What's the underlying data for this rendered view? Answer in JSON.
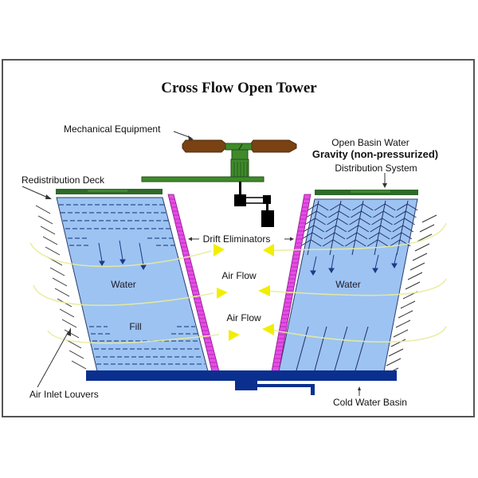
{
  "title": "Cross Flow Open Tower",
  "labels": {
    "mechanical_equipment": "Mechanical Equipment",
    "redistribution_deck": "Redistribution Deck",
    "open_basin_water": "Open Basin Water",
    "gravity": "Gravity (non-pressurized)",
    "distribution_system": "Distribution System",
    "drift_eliminators": "Drift Eliminators",
    "air_flow_1": "Air Flow",
    "air_flow_2": "Air Flow",
    "water_left": "Water",
    "fill_left": "Fill",
    "water_right": "Water",
    "air_inlet_louvers": "Air Inlet Louvers",
    "cold_water_basin": "Cold Water Basin"
  },
  "colors": {
    "fill_blue": "#9dc3f2",
    "deck_green": "#2e6a2a",
    "drift_magenta": "#e64ce6",
    "basin_navy": "#0a2f8f",
    "motor_brown": "#7a4212",
    "frame_green": "#3f8a2c",
    "airflow_yellow": "#f2ee00"
  }
}
